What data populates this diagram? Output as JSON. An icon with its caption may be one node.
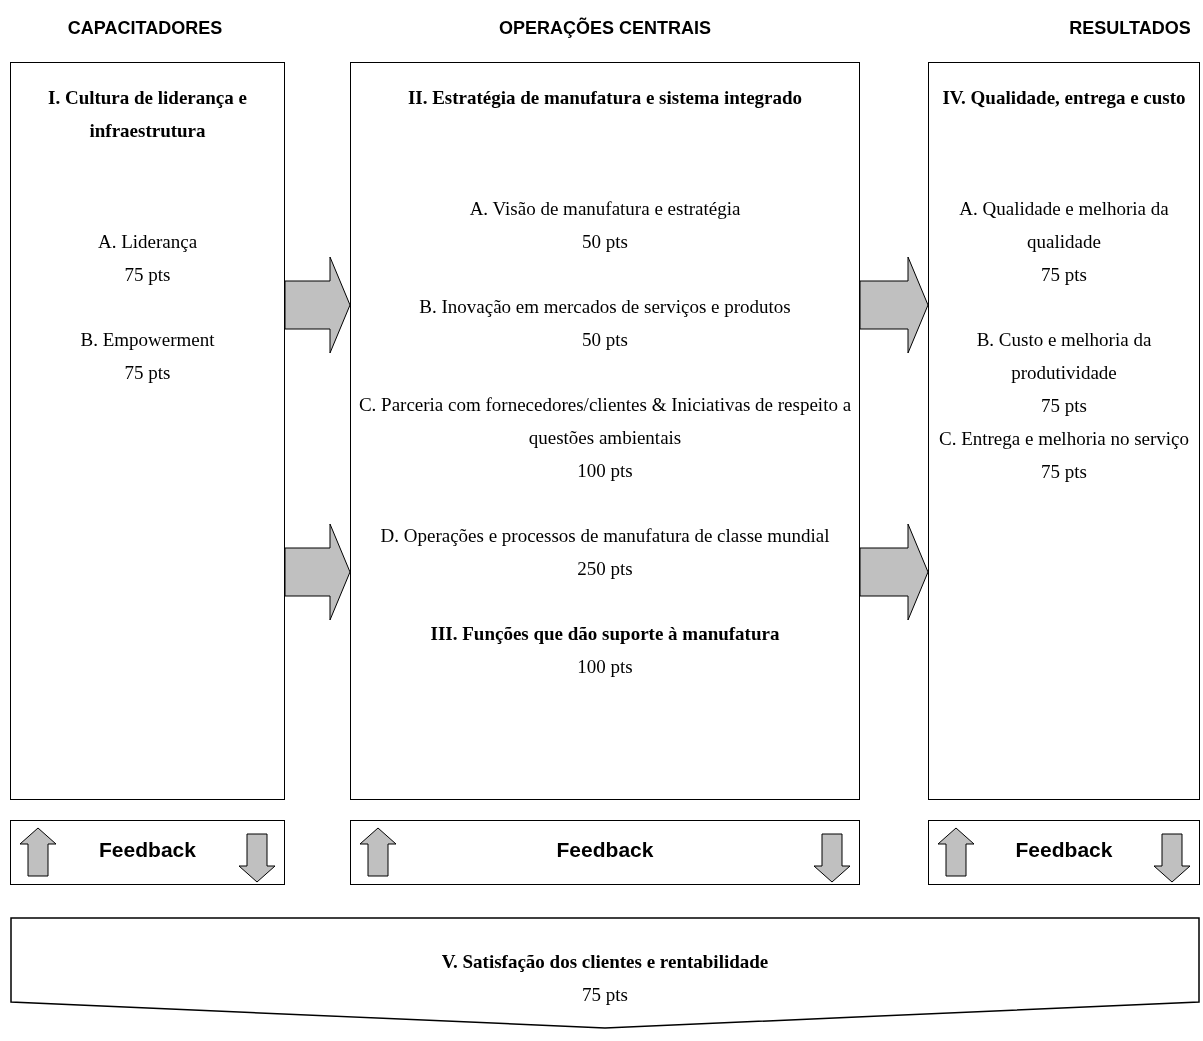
{
  "diagram": {
    "nodes": [
      {
        "text": [
          "I. Cultura de liderança e infraestrutura",
          "A. Liderança",
          "75 pts",
          "B. Empowerment",
          "75 pts"
        ]
      },
      {
        "text": [
          "II. Estratégia de manufatura e sistema integrado",
          "A. Visão de manufatura e estratégia",
          "50 pts",
          "B. Inovação em mercados de serviços e produtos",
          "50 pts",
          "C. Parceria com fornecedores/clientes & Iniciativas de respeito a questões ambientais",
          "100 pts",
          "D. Operações e processos de manufatura de classe mundial",
          "250 pts",
          "III. Funções que dão suporte à manufatura",
          "100 pts"
        ]
      },
      {
        "text": [
          "IV. Qualidade, entrega e custo",
          "A. Qualidade e melhoria da qualidade",
          "75 pts",
          "B. Custo e melhoria da produtividade",
          "75 pts",
          "C. Entrega e melhoria no serviço",
          "75 pts"
        ]
      },
      {
        "text": [
          "Feedback"
        ]
      },
      {
        "text": [
          "Feedback"
        ]
      },
      {
        "text": [
          "Feedback"
        ]
      },
      {
        "text": [
          "V. Satisfação dos clientes e rentabilidade",
          "75 pts"
        ]
      }
    ],
    "edges": [
      {
        "from": 0,
        "to": 1,
        "arrow": "to"
      },
      {
        "from": 0,
        "to": 1,
        "arrow": "to"
      },
      {
        "from": 1,
        "to": 2,
        "arrow": "to"
      },
      {
        "from": 1,
        "to": 2,
        "arrow": "to"
      }
    ],
    "labels": [
      "CAPACITADORES",
      "OPERAÇÕES CENTRAIS",
      "RESULTADOS"
    ]
  }
}
